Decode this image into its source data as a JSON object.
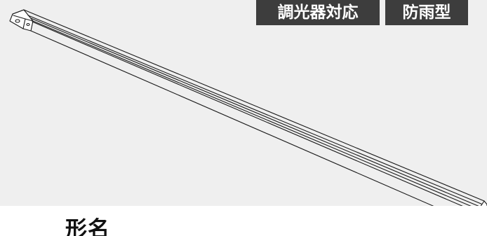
{
  "badges": {
    "dimmable": "調光器対応",
    "rainproof": "防雨型"
  },
  "section": {
    "heading": "形名"
  },
  "illustration": {
    "icon": "linear-led-fixture-icon",
    "background_color": "#efefef",
    "badge_color": "#3d3d3d"
  }
}
